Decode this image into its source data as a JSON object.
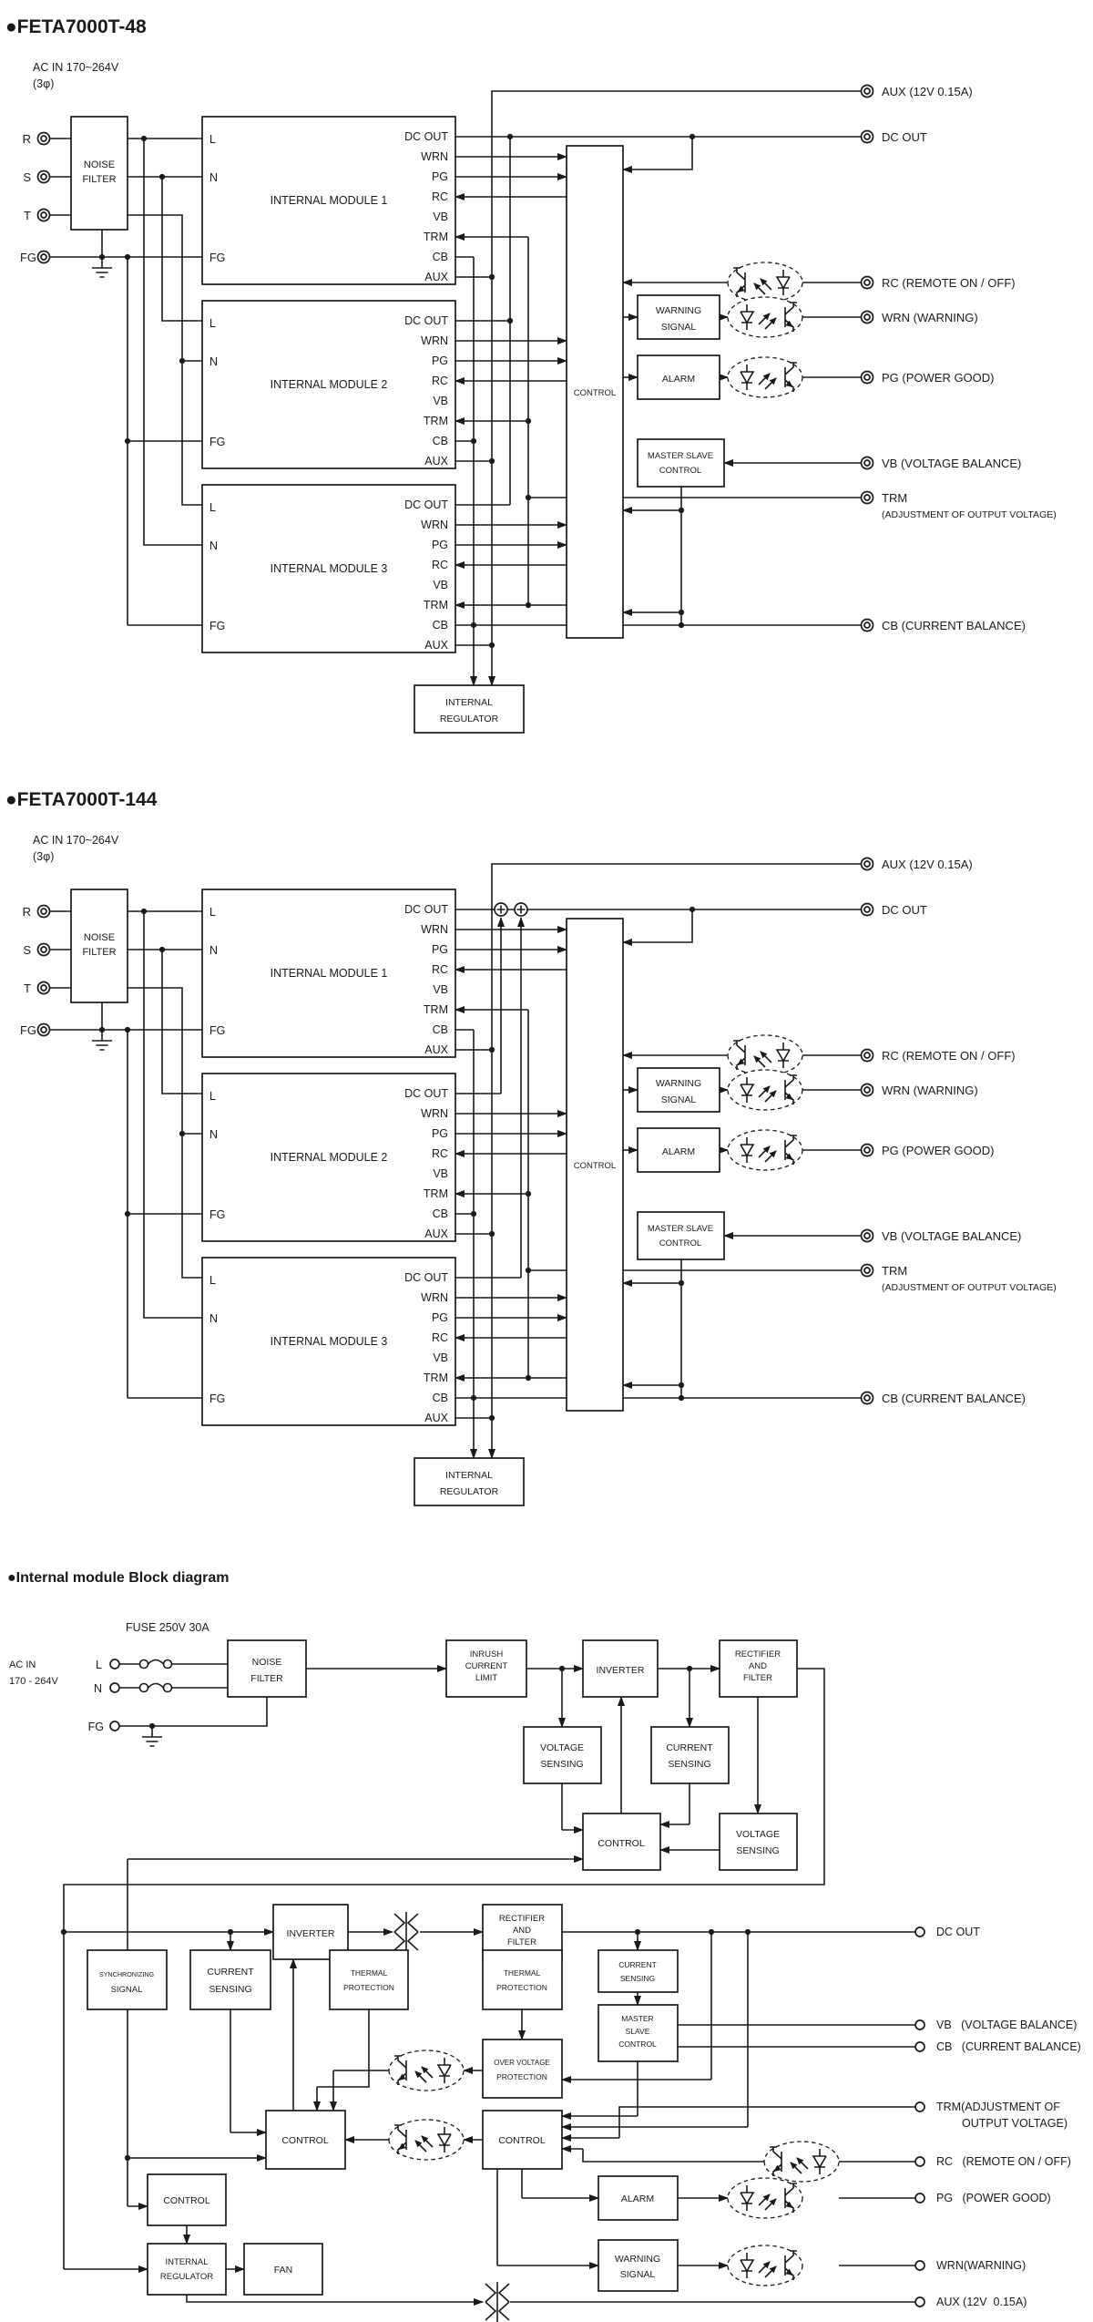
{
  "s1": {
    "title": "●FETA7000T-48"
  },
  "s2": {
    "title": "●FETA7000T-144"
  },
  "c": {
    "ac_in": "AC IN 170~264V",
    "phase": "(3φ)",
    "in": [
      "R",
      "S",
      "T",
      "FG"
    ],
    "nf": [
      "NOISE",
      "FILTER"
    ],
    "mod": [
      "INTERNAL MODULE 1",
      "INTERNAL MODULE 2",
      "INTERNAL MODULE 3"
    ],
    "pl": [
      "L",
      "N",
      "FG"
    ],
    "pr": [
      "DC OUT",
      "WRN",
      "PG",
      "RC",
      "VB",
      "TRM",
      "CB",
      "AUX"
    ],
    "control": "CONTROL",
    "ws": [
      "WARNING",
      "SIGNAL"
    ],
    "alarm": "ALARM",
    "msc": [
      "MASTER SLAVE",
      "CONTROL"
    ],
    "reg": [
      "INTERNAL",
      "REGULATOR"
    ],
    "t": {
      "aux": "AUX (12V 0.15A)",
      "dc": "DC OUT",
      "rc": "RC (REMOTE ON / OFF)",
      "wrn": "WRN (WARNING)",
      "pg": "PG (POWER GOOD)",
      "vb": "VB (VOLTAGE BALANCE)",
      "trm": "TRM",
      "trm2": "(ADJUSTMENT OF OUTPUT VOLTAGE)",
      "cb": "CB (CURRENT BALANCE)"
    }
  },
  "s3": {
    "title": "●Internal module Block diagram",
    "fuse": "FUSE 250V 30A",
    "ac1": "AC IN",
    "ac2": "170 - 264V",
    "l": "L",
    "n": "N",
    "fg": "FG",
    "nf": [
      "NOISE",
      "FILTER"
    ],
    "inrush": [
      "INRUSH",
      "CURRENT",
      "LIMIT"
    ],
    "inverter": "INVERTER",
    "rf": [
      "RECTIFIER",
      "AND",
      "FILTER"
    ],
    "vs": [
      "VOLTAGE",
      "SENSING"
    ],
    "cs": [
      "CURRENT",
      "SENSING"
    ],
    "control": "CONTROL",
    "sync": [
      "SYNCHRONIZING",
      "SIGNAL"
    ],
    "tp": [
      "THERMAL",
      "PROTECTION"
    ],
    "ovp": [
      "OVER VOLTAGE",
      "PROTECTION"
    ],
    "msc": [
      "MASTER",
      "SLAVE",
      "CONTROL"
    ],
    "alarm": "ALARM",
    "ws": [
      "WARNING",
      "SIGNAL"
    ],
    "reg": [
      "INTERNAL",
      "REGULATOR"
    ],
    "fan": "FAN",
    "t": {
      "dc": "DC OUT",
      "vb": "VB   (VOLTAGE BALANCE)",
      "cb": "CB   (CURRENT BALANCE)",
      "trm1": "TRM(ADJUSTMENT OF",
      "trm2": "OUTPUT VOLTAGE)",
      "rc": "RC   (REMOTE ON / OFF)",
      "pg": "PG   (POWER GOOD)",
      "wrn": "WRN(WARNING)",
      "aux": "AUX (12V  0.15A)"
    }
  }
}
